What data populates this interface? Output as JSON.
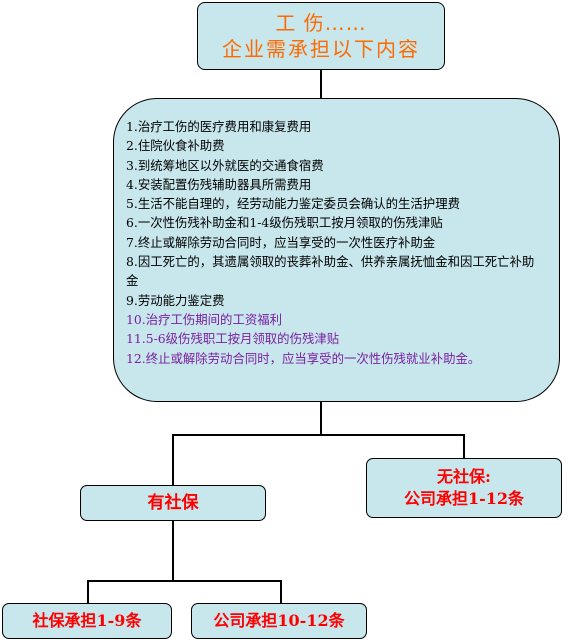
{
  "title": {
    "line1": "工  伤……",
    "line2": "企业需承担以下内容"
  },
  "items": [
    "1.治疗工伤的医疗费用和康复费用",
    "2.住院伙食补助费",
    "3.到统筹地区以外就医的交通食宿费",
    "4.安装配置伤残辅助器具所需费用",
    "5.生活不能自理的，经劳动能力鉴定委员会确认的生活护理费",
    "6.一次性伤残补助金和1-4级伤残职工按月领取的伤残津贴",
    "7.终止或解除劳动合同时，应当享受的一次性医疗补助金",
    "8.因工死亡的，其遗属领取的丧葬补助金、供养亲属抚恤金和因工死亡补助金",
    "9.劳动能力鉴定费",
    "10.治疗工伤期间的工资福利",
    "11.5-6级伤残职工按月领取的伤残津贴",
    "12.终止或解除劳动合同时，应当享受的一次性伤残就业补助金。"
  ],
  "no_social_insurance": {
    "line1": "无社保:",
    "line2": "公司承担1-12条"
  },
  "has_social_insurance": "有社保",
  "social_insurance_covers": "社保承担1-9条",
  "company_covers": "公司承担10-12条",
  "colors": {
    "box_fill": "#c8e7ec",
    "title_text": "#ff6a00",
    "highlight_text": "#ff0000",
    "items_10_12_text": "#7a1fa2"
  }
}
